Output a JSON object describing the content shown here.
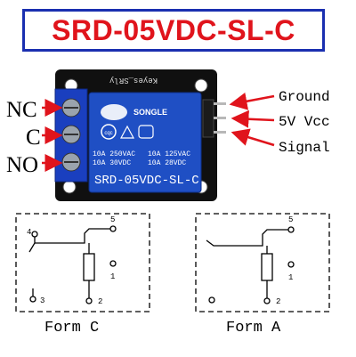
{
  "title": "SRD-05VDC-SL-C",
  "left_pins": [
    "NC",
    "C",
    "NO"
  ],
  "right_pins": [
    "Ground",
    "5V Vcc",
    "Signal"
  ],
  "module": {
    "silkscreen": "Keyes_SRly",
    "brand": "SONGLE",
    "logo": "cqc",
    "ratings_left": [
      "10A 250VAC",
      "10A 30VDC"
    ],
    "ratings_right": [
      "10A 125VAC",
      "10A 28VDC"
    ],
    "model": "SRD-05VDC-SL-C"
  },
  "forms": [
    {
      "caption": "Form C",
      "pins": [
        "4",
        "5",
        "1",
        "3",
        "2"
      ]
    },
    {
      "caption": "Form A",
      "pins": [
        "5",
        "1",
        "2"
      ]
    }
  ],
  "colors": {
    "title_text": "#e0141c",
    "title_border": "#1a2fb0",
    "arrows": "#e0141c",
    "relay_body": "#1f4fc4",
    "board": "#111111"
  }
}
